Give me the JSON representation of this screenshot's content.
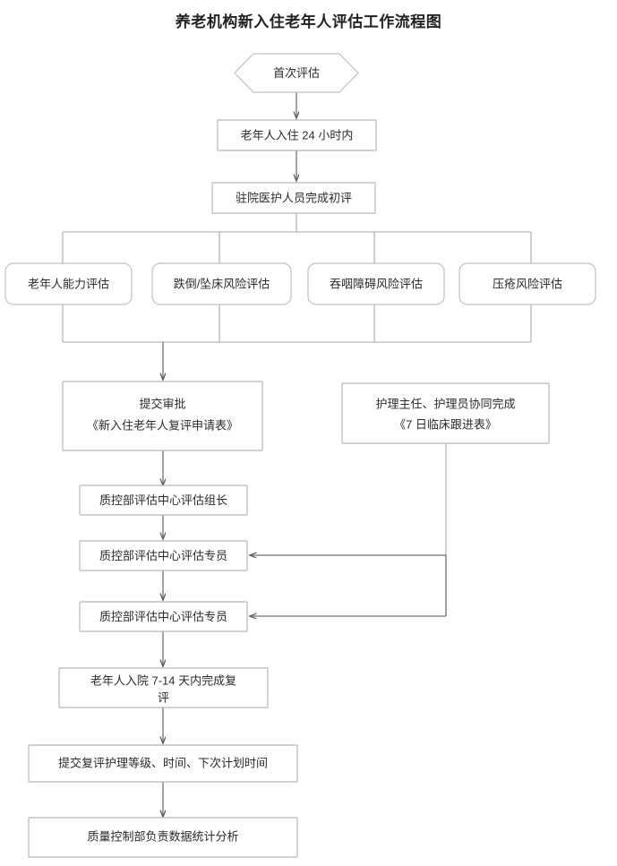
{
  "title": "养老机构新入住老年人评估工作流程图",
  "diagram": {
    "type": "flowchart",
    "orientation": "top-to-bottom",
    "nodes": [
      {
        "id": "start",
        "shape": "hexagon",
        "label": "首次评估"
      },
      {
        "id": "admit24",
        "shape": "rectangle",
        "label": "老年人入住 24 小时内"
      },
      {
        "id": "initial",
        "shape": "rectangle",
        "label": "驻院医护人员完成初评"
      },
      {
        "id": "assess1",
        "shape": "rounded-rect",
        "label": "老年人能力评估"
      },
      {
        "id": "assess2",
        "shape": "rounded-rect",
        "label": "跌倒/坠床风险评估"
      },
      {
        "id": "assess3",
        "shape": "rounded-rect",
        "label": "吞咽障碍风险评估"
      },
      {
        "id": "assess4",
        "shape": "rounded-rect",
        "label": "压疮风险评估"
      },
      {
        "id": "submit",
        "shape": "rectangle",
        "label_line1": "提交审批",
        "label_line2": "《新入住老年人复评申请表》"
      },
      {
        "id": "nurselead",
        "shape": "rectangle",
        "label_line1": "护理主任、护理员协同完成",
        "label_line2": "《7 日临床跟进表》"
      },
      {
        "id": "qcleader",
        "shape": "rectangle",
        "label": "质控部评估中心评估组长"
      },
      {
        "id": "qcspecial1",
        "shape": "rectangle",
        "label": "质控部评估中心评估专员"
      },
      {
        "id": "qcspecial2",
        "shape": "rectangle",
        "label": "质控部评估中心评估专员"
      },
      {
        "id": "reassess",
        "shape": "rectangle",
        "label_line1": "老年人入院 7-14 天内完成复",
        "label_line2": "评"
      },
      {
        "id": "submitlevel",
        "shape": "rectangle",
        "label": "提交复评护理等级、时间、下次计划时间"
      },
      {
        "id": "qcanalysis",
        "shape": "rectangle",
        "label": "质量控制部负责数据统计分析"
      }
    ],
    "edges": [
      {
        "from": "start",
        "to": "admit24",
        "style": "arrow"
      },
      {
        "from": "admit24",
        "to": "initial",
        "style": "arrow"
      },
      {
        "from": "initial",
        "to": "assess1",
        "style": "bus-split"
      },
      {
        "from": "initial",
        "to": "assess2",
        "style": "bus-split"
      },
      {
        "from": "initial",
        "to": "assess3",
        "style": "bus-split"
      },
      {
        "from": "initial",
        "to": "assess4",
        "style": "bus-split"
      },
      {
        "from": "assess1",
        "to": "submit",
        "style": "bus-merge"
      },
      {
        "from": "assess2",
        "to": "submit",
        "style": "bus-merge"
      },
      {
        "from": "assess3",
        "to": "submit",
        "style": "bus-merge"
      },
      {
        "from": "assess4",
        "to": "submit",
        "style": "bus-merge"
      },
      {
        "from": "submit",
        "to": "qcleader",
        "style": "arrow"
      },
      {
        "from": "qcleader",
        "to": "qcspecial1",
        "style": "arrow"
      },
      {
        "from": "qcspecial1",
        "to": "qcspecial2",
        "style": "arrow"
      },
      {
        "from": "nurselead",
        "to": "qcspecial1",
        "style": "elbow-arrow-left"
      },
      {
        "from": "nurselead",
        "to": "qcspecial2",
        "style": "elbow-arrow-left"
      },
      {
        "from": "qcspecial2",
        "to": "reassess",
        "style": "arrow"
      },
      {
        "from": "reassess",
        "to": "submitlevel",
        "style": "arrow"
      },
      {
        "from": "submitlevel",
        "to": "qcanalysis",
        "style": "arrow"
      }
    ],
    "colors": {
      "background": "#ffffff",
      "node_fill": "#ffffff",
      "node_stroke": "#b8b8b8",
      "connector": "#6f6f6f",
      "connector_light": "#a9a9a9",
      "text": "#2b2b2b",
      "title_text": "#222222"
    }
  }
}
